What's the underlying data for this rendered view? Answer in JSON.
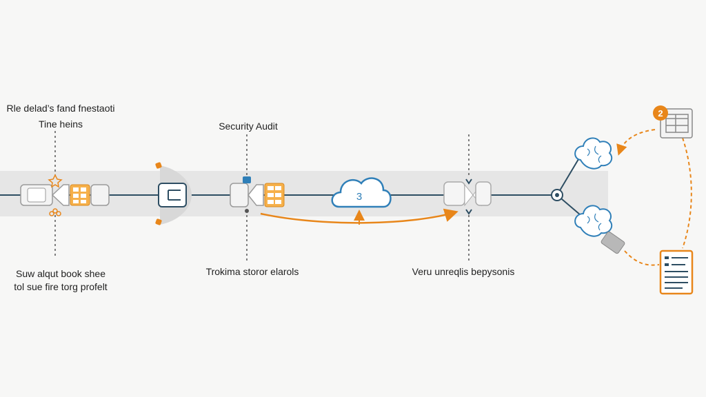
{
  "labels": {
    "top_left_line1": "Rle delad’s fand fnestaoti",
    "top_left_line2": "Tine heins",
    "top_middle": "Security Audit",
    "bottom_left_line1": "Suw alqut book shee",
    "bottom_left_line2": "tol sue fire torg profelt",
    "bottom_middle": "Trokima storor elarols",
    "bottom_right": "Veru unreqlis bepysonis"
  },
  "badges": {
    "cloud_number": "3",
    "top_right_number": "2"
  },
  "colors": {
    "pipeline_line": "#2d4d62",
    "accent_orange": "#e8861a",
    "cloud_blue": "#2f7fb8",
    "band_gray": "#e6e6e6",
    "node_outline": "#a9a9a9"
  },
  "icons": [
    "connector-node-icon",
    "plug-node-icon",
    "gateway-node-icon",
    "cloud-node-icon",
    "valve-node-icon",
    "hub-node-icon",
    "brain-cloud-icon",
    "device-icon",
    "table-document-icon",
    "report-document-icon"
  ]
}
